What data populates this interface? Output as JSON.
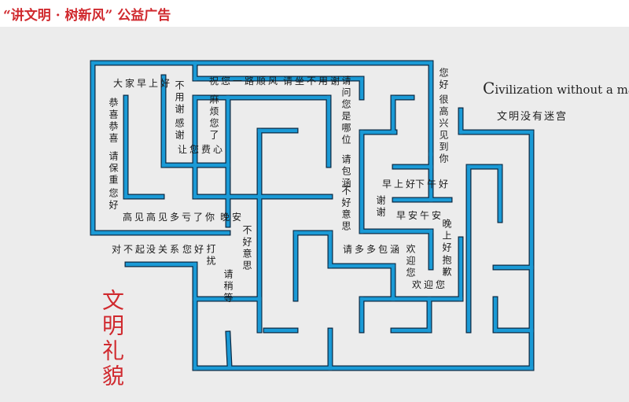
{
  "header": {
    "title": "“讲文明 · 树新风” 公益广告"
  },
  "brand": {
    "title_first": "C",
    "title_rest": "ivilization without a maze",
    "subtitle": "文明没有迷宫"
  },
  "side_text": "文明礼貌",
  "colors": {
    "maze_fill": "#1a9ad6",
    "maze_stroke": "#0c2a44",
    "accent_red": "#d0292e",
    "background": "#ececec"
  },
  "phrases": {
    "p1": "大家早上好",
    "p2": "不用谢",
    "p3": "感谢",
    "p4": "恭喜恭喜",
    "p5": "请保重",
    "p6": "您好",
    "p7": "祝您一路顺风",
    "p8": "请坐",
    "p9": "不用谢",
    "p10": "麻烦您了",
    "p11": "让您费心",
    "p12": "请问您是哪位",
    "p13": "请包涵",
    "p14": "不好意思",
    "p15": "您好",
    "p16": "很高兴见到你",
    "p17": "早上好",
    "p18": "下午好",
    "p19": "谢谢",
    "p20": "早安",
    "p21": "午安",
    "p22": "高见高见",
    "p23": "多亏了你",
    "p24": "晚安",
    "p25": "不好意思",
    "p26": "对不起",
    "p27": "没关系",
    "p28": "您好",
    "p29": "打扰",
    "p30": "请稍等",
    "p31": "请多多包涵",
    "p32": "欢迎您",
    "p33": "欢迎您",
    "p34": "晚上好",
    "p35": "抱歉"
  }
}
